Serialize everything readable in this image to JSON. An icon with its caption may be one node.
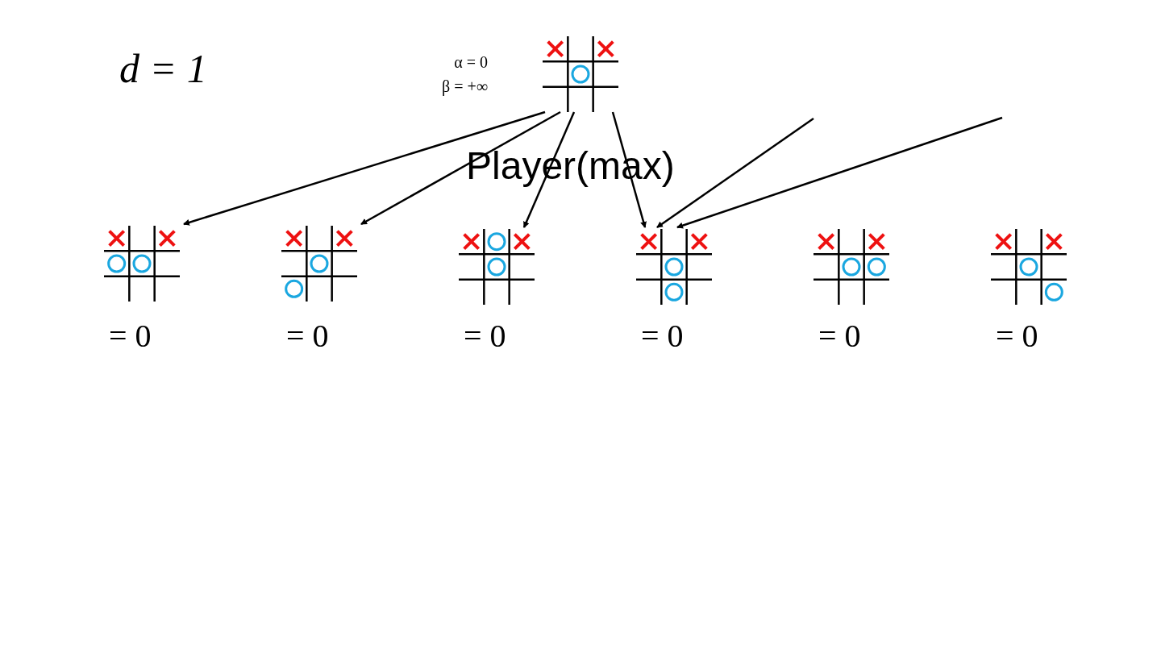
{
  "diagram": {
    "nodes": [
      {
        "text": [],
        "shape": "grid",
        "beside": [
          "α = 0",
          "β = +∞"
        ]
      },
      {
        "text": [],
        "shape": "grid",
        "beside": [
          "= 0"
        ]
      },
      {
        "text": [],
        "shape": "grid",
        "beside": [
          "= 0"
        ]
      },
      {
        "text": [],
        "shape": "grid",
        "beside": [
          "= 0"
        ]
      },
      {
        "text": [],
        "shape": "grid",
        "beside": [
          "= 0"
        ]
      },
      {
        "text": [],
        "shape": "grid",
        "beside": [
          "= 0"
        ]
      },
      {
        "text": [],
        "shape": "grid",
        "beside": [
          "= 0"
        ]
      }
    ],
    "edges": [
      {
        "from": 0,
        "to": 1,
        "arrow": "to"
      },
      {
        "from": 0,
        "to": 2,
        "arrow": "to"
      },
      {
        "from": 0,
        "to": 3,
        "arrow": "to"
      },
      {
        "from": 0,
        "to": 4,
        "arrow": "to"
      },
      {
        "from": null,
        "to": 4,
        "arrow": "to"
      },
      {
        "from": null,
        "to": 4,
        "arrow": "to"
      }
    ],
    "labels": [
      "d = 1",
      "Player(max)"
    ]
  }
}
